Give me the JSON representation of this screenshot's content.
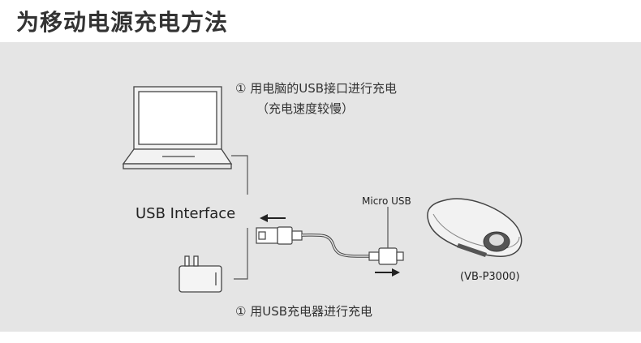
{
  "header": {
    "title": "为移动电源充电方法"
  },
  "laptop_method": {
    "line1": "① 用电脑的USB接口进行充电",
    "line2": "（充电速度较慢）"
  },
  "charger_method": {
    "line1": "① 用USB充电器进行充电"
  },
  "labels": {
    "usb_interface": "USB Interface",
    "micro_usb": "Micro USB",
    "device_model": "(VB-P3000)"
  },
  "colors": {
    "panel_bg": "#e5e5e5",
    "line": "#555555",
    "text": "#333333"
  },
  "icons": [
    "laptop-icon",
    "wall-charger-icon",
    "usb-a-plug-icon",
    "micro-usb-plug-icon",
    "power-bank-icon",
    "left-arrow-icon",
    "right-arrow-icon"
  ]
}
